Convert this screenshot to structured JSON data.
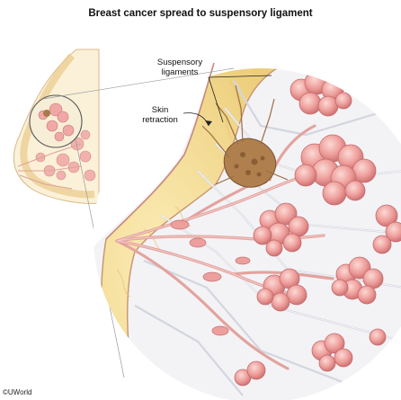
{
  "figure": {
    "title": "Breast cancer spread to suspensory ligament",
    "labels": {
      "suspensory_line1": "Suspensory",
      "suspensory_line2": "ligaments",
      "skin_line1": "Skin",
      "skin_line2": "retraction"
    },
    "credit": "©UWorld"
  },
  "colors": {
    "fat": "#f4dc8e",
    "fat_dark": "#e2bf63",
    "skin_outline": "#c98a7e",
    "lobule": "#e89a9a",
    "lobule_light": "#f6c4c0",
    "duct": "#e7a39f",
    "ligament": "#cfd2da",
    "tumor": "#a87a4c",
    "background_tissue": "#f1f1f4"
  }
}
